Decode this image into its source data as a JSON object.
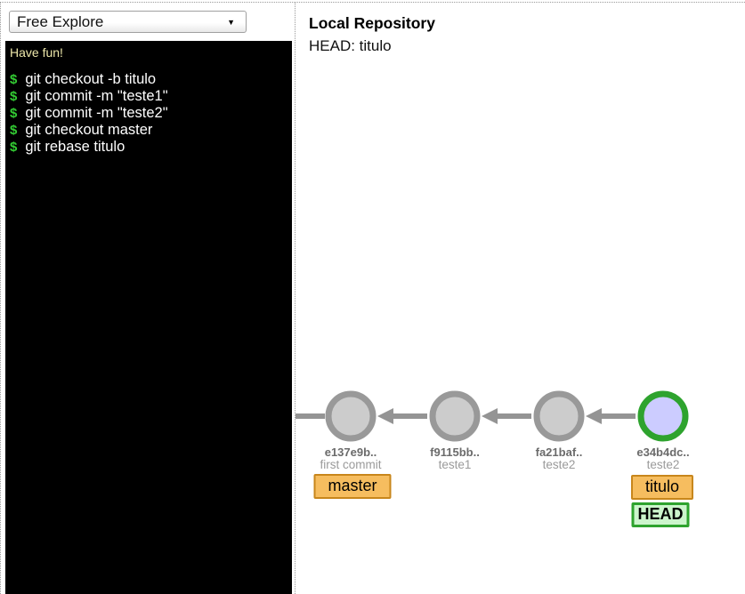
{
  "controls": {
    "mode_select": {
      "selected": "Free Explore",
      "caret": "▼"
    }
  },
  "terminal": {
    "greeting": "Have fun!",
    "prompt": "$",
    "history": [
      "git checkout -b titulo",
      "git commit -m \"teste1\"",
      "git commit -m \"teste2\"",
      "git checkout master",
      "git rebase titulo"
    ]
  },
  "repository": {
    "title": "Local Repository",
    "head_line": "HEAD: titulo"
  },
  "graph": {
    "commits": [
      {
        "hash": "e137e9b..",
        "message": "first commit"
      },
      {
        "hash": "f9115bb..",
        "message": "teste1"
      },
      {
        "hash": "fa21baf..",
        "message": "teste2"
      },
      {
        "hash": "e34b4dc..",
        "message": "teste2",
        "current": true
      }
    ],
    "branch_tags": [
      {
        "label": "master",
        "on_commit": "e137e9b.."
      },
      {
        "label": "titulo",
        "on_commit": "e34b4dc.."
      }
    ],
    "head_tag": {
      "label": "HEAD",
      "on_branch": "titulo"
    }
  },
  "colors": {
    "branch_tag_fill": "#f6bd5f",
    "branch_tag_border": "#c8861b",
    "head_tag_fill": "#ccf5cc",
    "head_tag_border": "#2ea32e",
    "commit_fill": "#cccccc",
    "commit_stroke": "#999999",
    "current_commit_fill": "#ccccff",
    "current_commit_stroke": "#2ea32e",
    "arrow": "#949494",
    "prompt_green": "#33cc33",
    "greeting_yellow": "#eee8aa"
  }
}
